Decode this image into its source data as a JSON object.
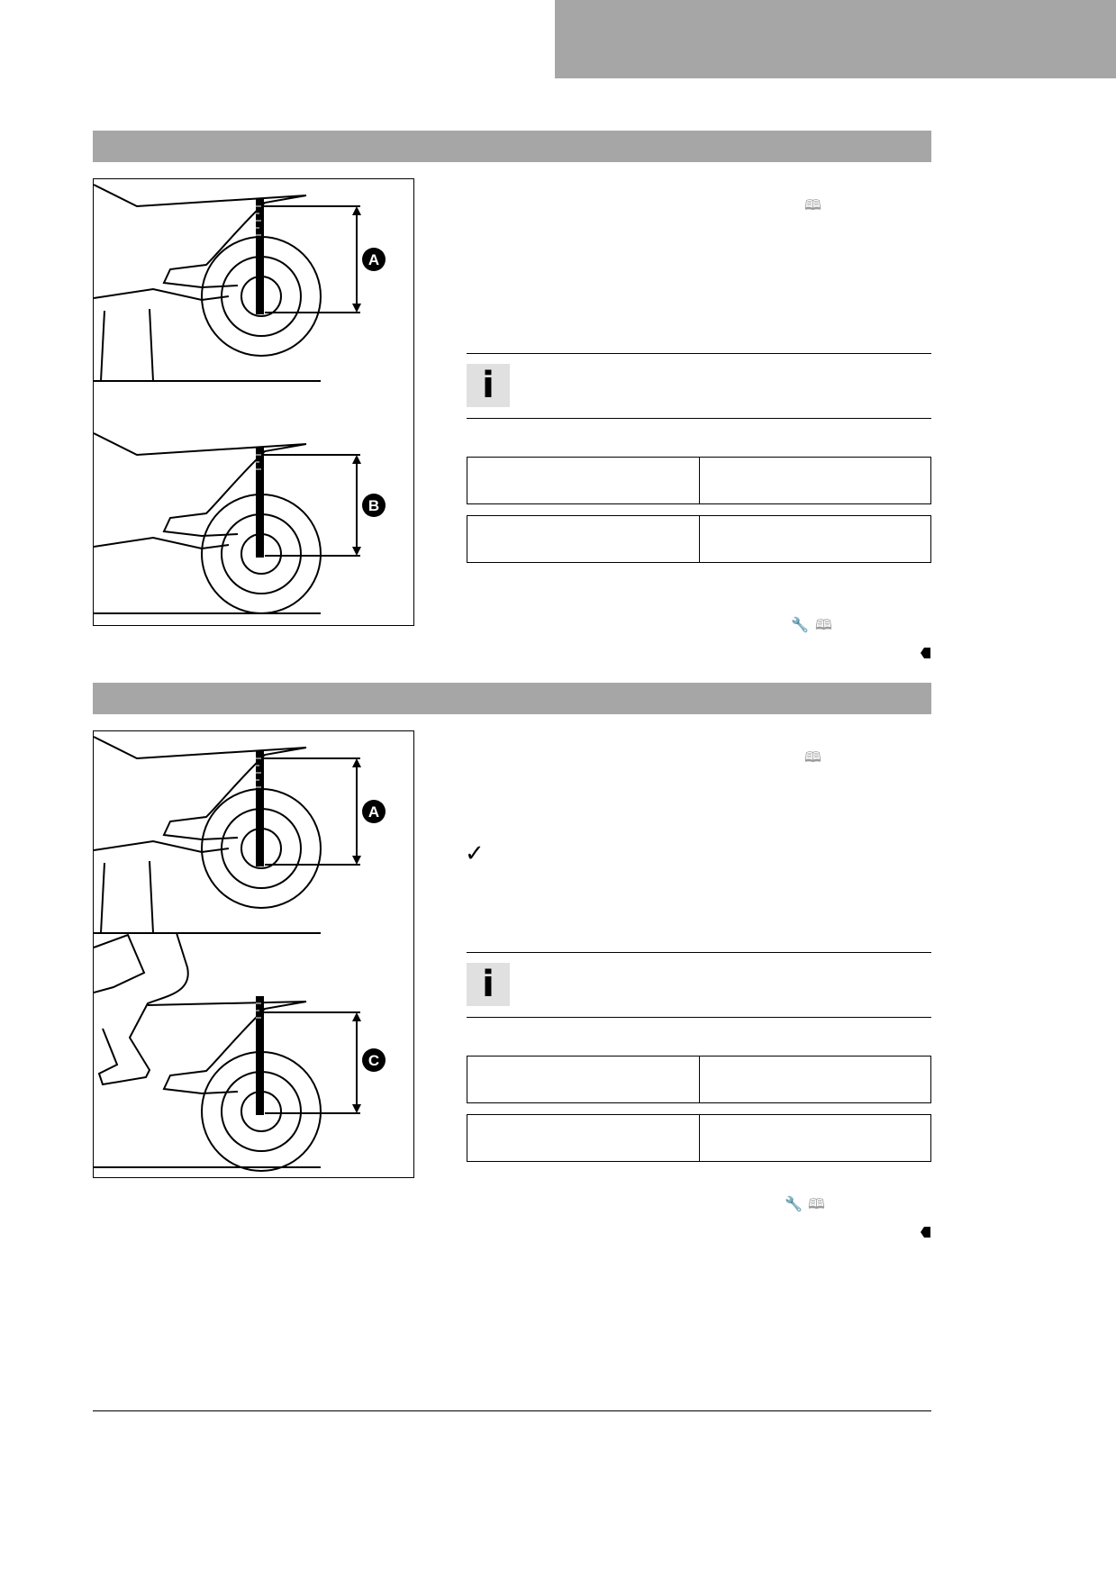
{
  "header": {
    "tab_color": "#a6a6a6"
  },
  "sections": [
    {
      "figure": {
        "callouts": [
          "A",
          "B"
        ]
      },
      "spec_rows": 2,
      "info_icon": "info-icon",
      "icons": [
        "manual-reference-icon",
        "wrench-icon",
        "manual-reference-icon",
        "end-of-procedure-icon"
      ]
    },
    {
      "figure": {
        "callouts": [
          "A",
          "C"
        ]
      },
      "spec_rows": 2,
      "info_icon": "info-icon",
      "icons": [
        "manual-reference-icon",
        "check-icon",
        "wrench-icon",
        "manual-reference-icon",
        "end-of-procedure-icon"
      ]
    }
  ],
  "glyphs": {
    "info": "i",
    "check": "✓",
    "book": "🕮",
    "wrench": "🔧"
  },
  "colors": {
    "bar": "#a6a6a6",
    "info_bg": "#e0e0e0",
    "icon_grey": "#9a9a9a"
  }
}
